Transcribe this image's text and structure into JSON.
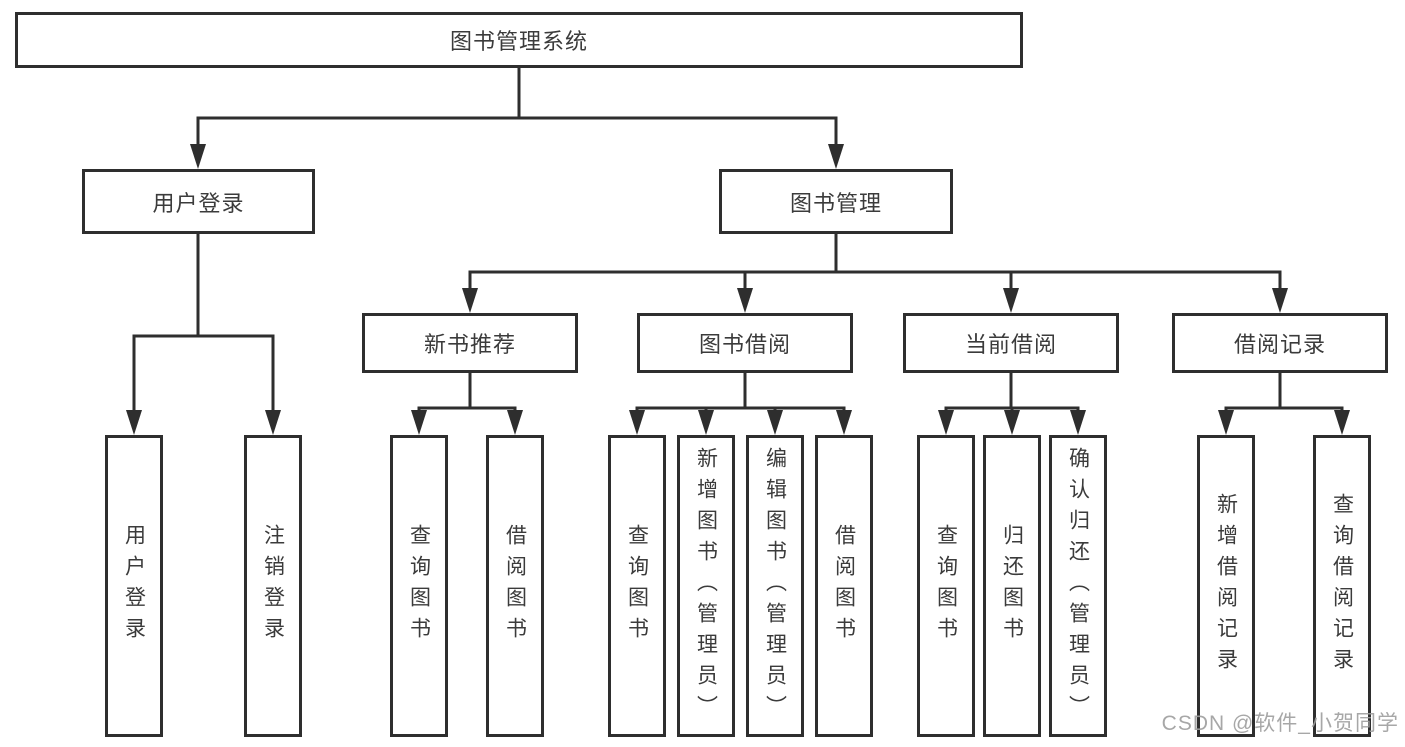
{
  "tree": {
    "label": "图书管理系统",
    "children": [
      {
        "label": "用户登录",
        "children": [
          {
            "label": "用户登录"
          },
          {
            "label": "注销登录"
          }
        ]
      },
      {
        "label": "图书管理",
        "children": [
          {
            "label": "新书推荐",
            "children": [
              {
                "label": "查询图书"
              },
              {
                "label": "借阅图书"
              }
            ]
          },
          {
            "label": "图书借阅",
            "children": [
              {
                "label": "查询图书"
              },
              {
                "label": "新增图书（管理员）"
              },
              {
                "label": "编辑图书（管理员）"
              },
              {
                "label": "借阅图书"
              }
            ]
          },
          {
            "label": "当前借阅",
            "children": [
              {
                "label": "查询图书"
              },
              {
                "label": "归还图书"
              },
              {
                "label": "确认归还（管理员）"
              }
            ]
          },
          {
            "label": "借阅记录",
            "children": [
              {
                "label": "新增借阅记录"
              },
              {
                "label": "查询借阅记录"
              }
            ]
          }
        ]
      }
    ]
  },
  "watermark": "CSDN @软件_小贺同学",
  "colors": {
    "line": "#2e2e2e",
    "text": "#3b3b3b",
    "box_bg": "#ffffff",
    "page_bg": "#ffffff",
    "watermark": "#9e9e9e"
  }
}
